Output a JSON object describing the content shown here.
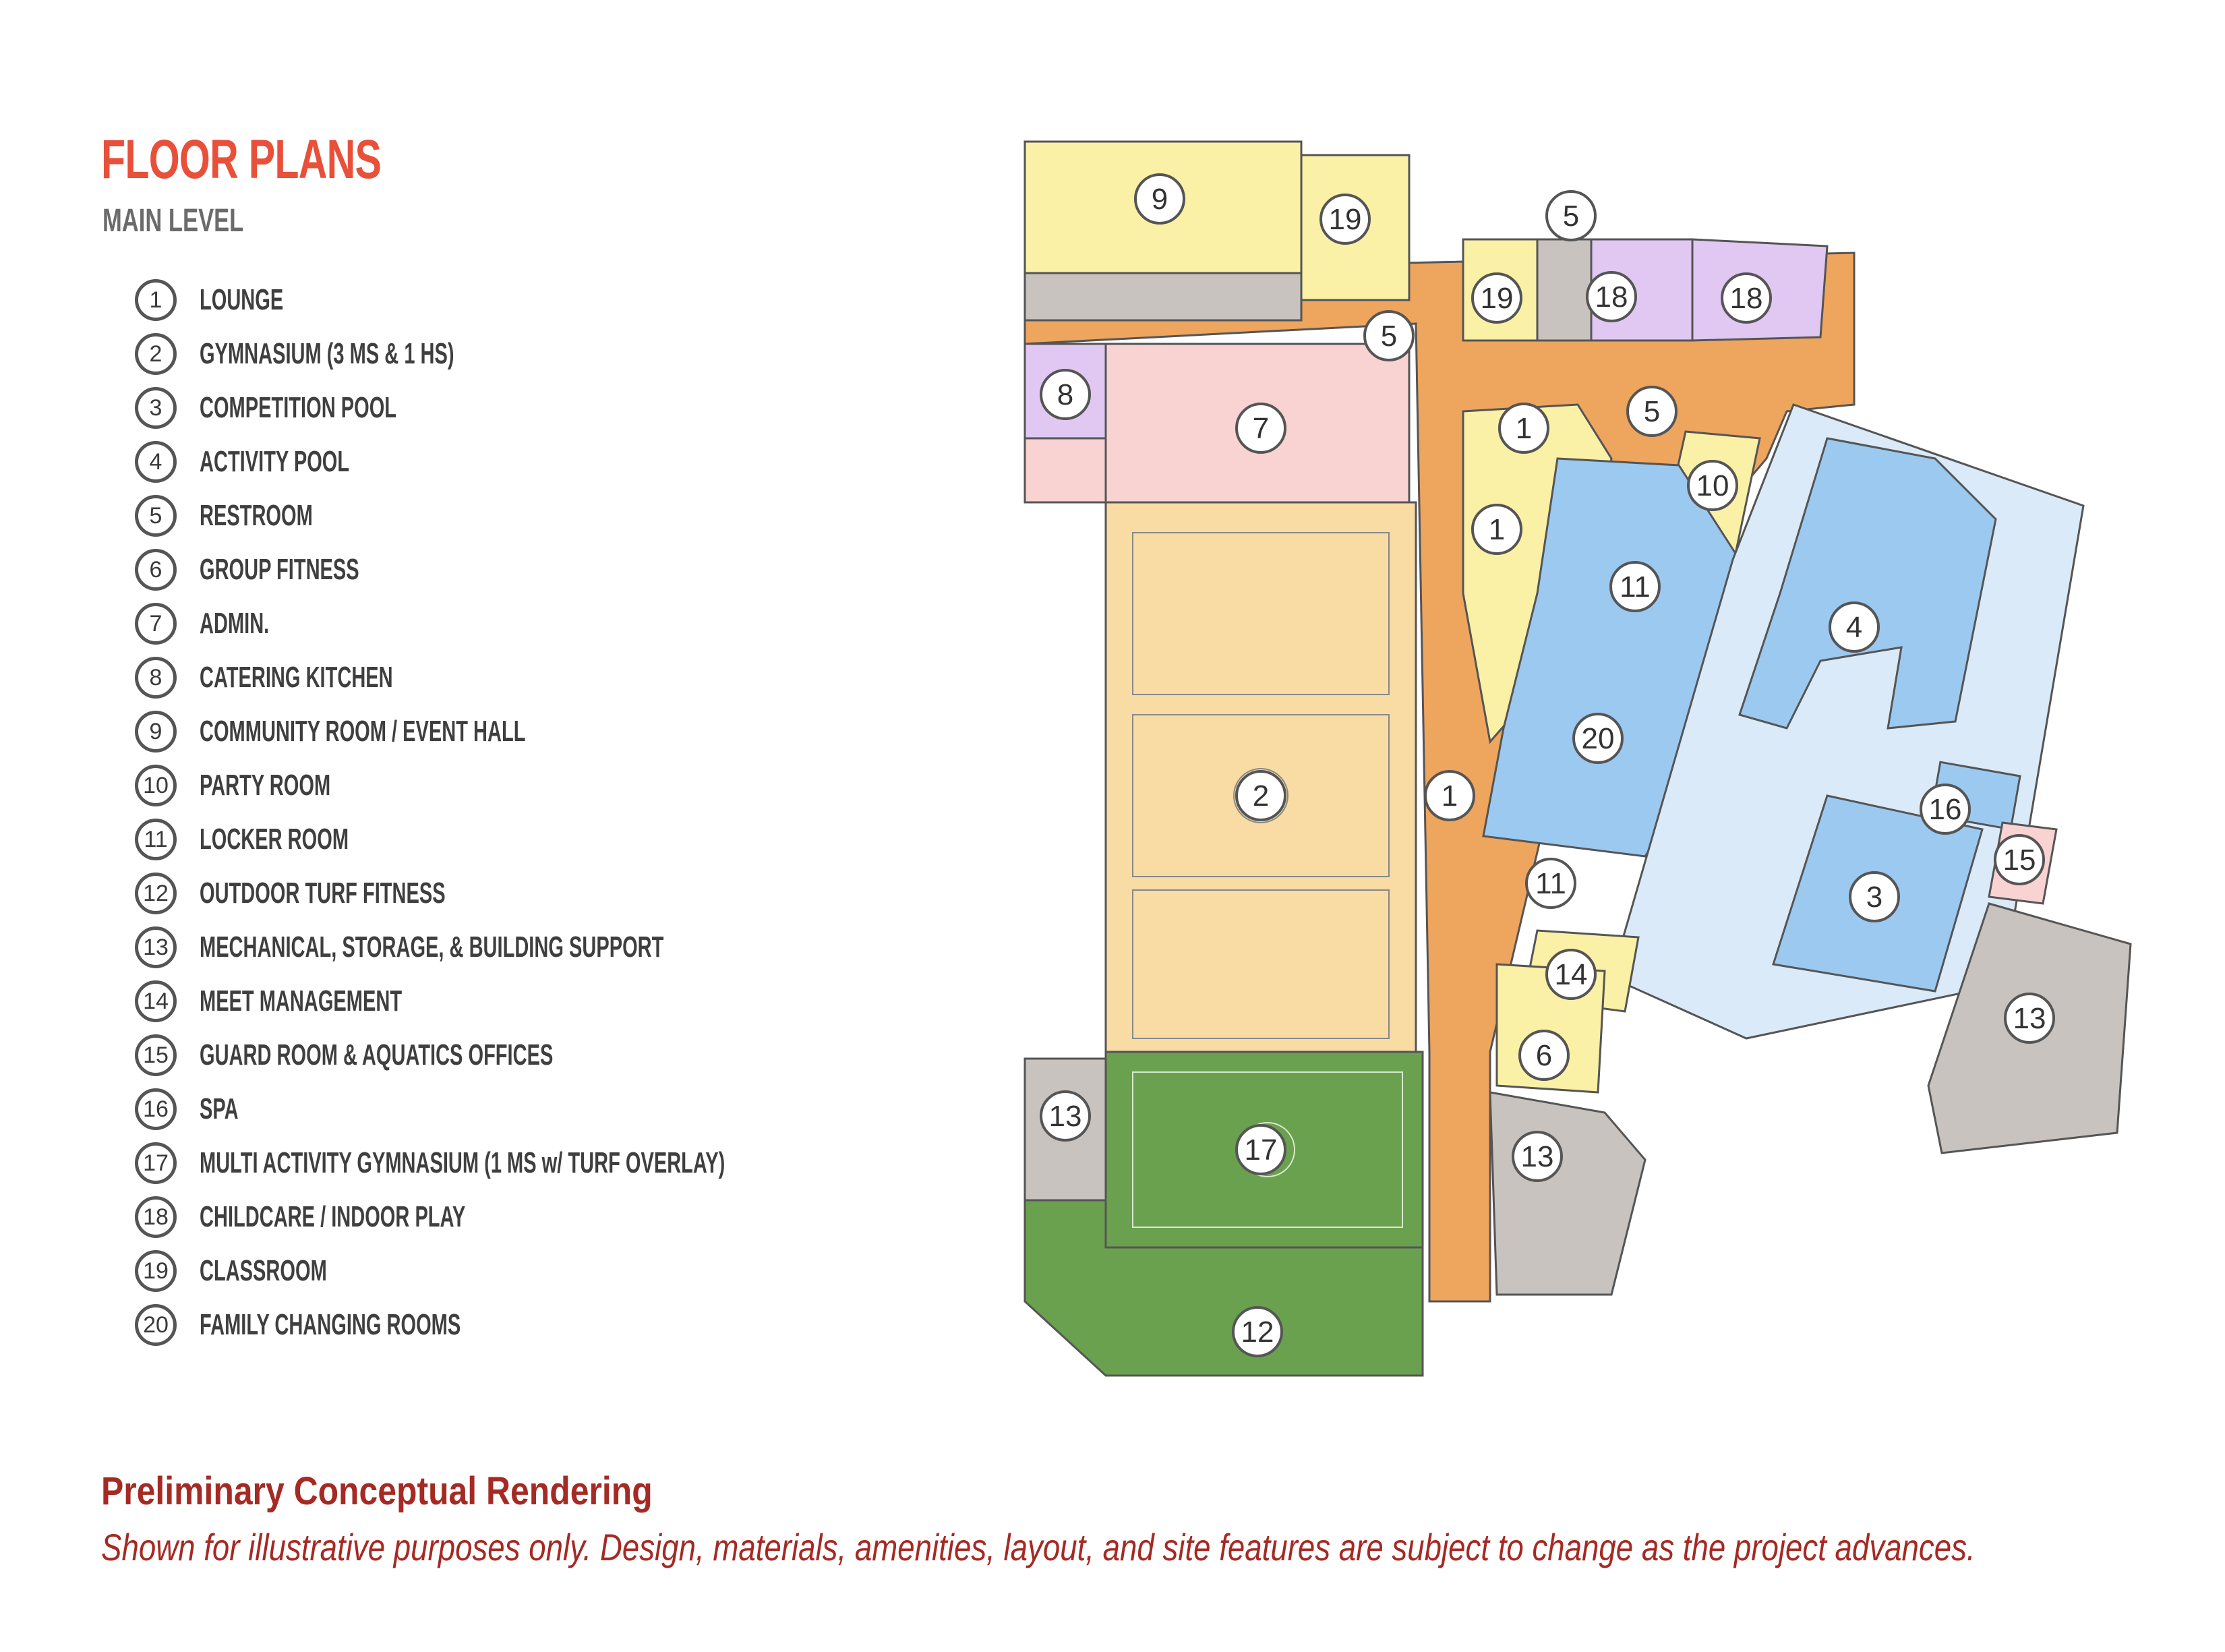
{
  "header": {
    "title": "FLOOR PLANS",
    "subtitle": "MAIN LEVEL"
  },
  "legend": [
    {
      "num": "1",
      "label": "LOUNGE"
    },
    {
      "num": "2",
      "label": "GYMNASIUM (3 MS & 1 HS)"
    },
    {
      "num": "3",
      "label": "COMPETITION POOL"
    },
    {
      "num": "4",
      "label": "ACTIVITY POOL"
    },
    {
      "num": "5",
      "label": "RESTROOM"
    },
    {
      "num": "6",
      "label": "GROUP FITNESS"
    },
    {
      "num": "7",
      "label": "ADMIN."
    },
    {
      "num": "8",
      "label": "CATERING KITCHEN"
    },
    {
      "num": "9",
      "label": "COMMUNITY ROOM / EVENT HALL"
    },
    {
      "num": "10",
      "label": "PARTY ROOM"
    },
    {
      "num": "11",
      "label": "LOCKER ROOM"
    },
    {
      "num": "12",
      "label": "OUTDOOR TURF FITNESS"
    },
    {
      "num": "13",
      "label": "MECHANICAL, STORAGE, & BUILDING SUPPORT"
    },
    {
      "num": "14",
      "label": "MEET MANAGEMENT"
    },
    {
      "num": "15",
      "label": "GUARD ROOM & AQUATICS OFFICES"
    },
    {
      "num": "16",
      "label": "SPA"
    },
    {
      "num": "17",
      "label": "MULTI ACTIVITY GYMNASIUM (1 MS w/ TURF OVERLAY)"
    },
    {
      "num": "18",
      "label": "CHILDCARE / INDOOR PLAY"
    },
    {
      "num": "19",
      "label": "CLASSROOM"
    },
    {
      "num": "20",
      "label": "FAMILY CHANGING ROOMS"
    }
  ],
  "plan_labels": {
    "r1a": "1",
    "r1b": "1",
    "r1c": "1",
    "r2": "2",
    "r3": "3",
    "r4": "4",
    "r5a": "5",
    "r5b": "5",
    "r5c": "5",
    "r6": "6",
    "r7": "7",
    "r8": "8",
    "r9": "9",
    "r10": "10",
    "r11a": "11",
    "r11b": "11",
    "r12": "12",
    "r13a": "13",
    "r13b": "13",
    "r13c": "13",
    "r14": "14",
    "r15": "15",
    "r16": "16",
    "r17": "17",
    "r18a": "18",
    "r18b": "18",
    "r19a": "19",
    "r19b": "19",
    "r20": "20"
  },
  "colors": {
    "accent_title": "#e8503a",
    "notice": "#a52a24",
    "circulation": "#eea55e",
    "gym_wood": "#f8dca4",
    "turf": "#6aa14e",
    "pool_hall": "#dbeaf8",
    "pool_water": "#9cc9f0",
    "community": "#faf0a6",
    "childcare": "#e0c8f2",
    "admin": "#f9d3d1",
    "support": "#c8c3be"
  },
  "notice": {
    "title": "Preliminary Conceptual Rendering",
    "text": "Shown for illustrative purposes only. Design, materials, amenities, layout, and site features are subject to change as the project advances."
  }
}
